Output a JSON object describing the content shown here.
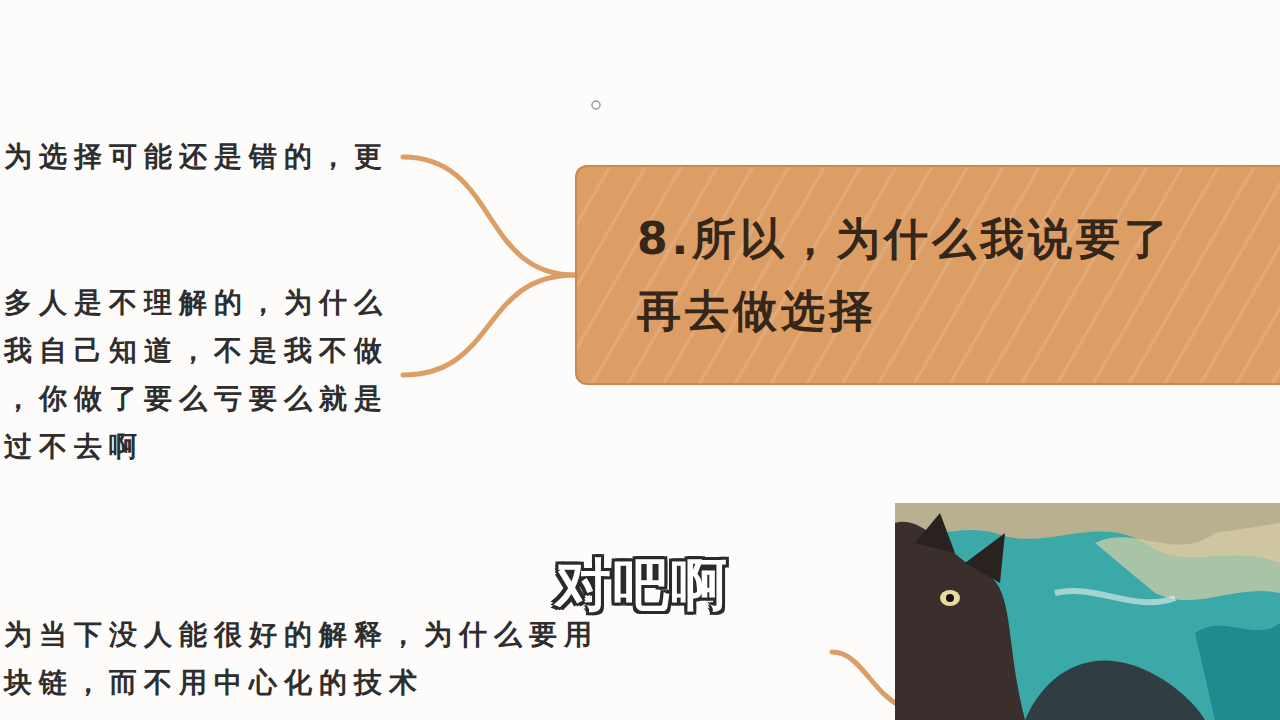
{
  "diagram": {
    "nodes": [
      {
        "text": [
          "8.所以，为什么我说要了 再去做选择"
        ]
      },
      {
        "text": [
          "为选择可能还是错的，更"
        ]
      },
      {
        "text": [
          "多人是不理解的，为什么 我自己知道，不是我不做 ，你做了要么亏要么就是 过不去啊"
        ]
      },
      {
        "text": [
          "为当下没人能很好的解释，为什么要用 块链，而不用中心化的技术"
        ]
      }
    ],
    "edges": [
      {
        "from": 0,
        "to": 1,
        "arrow": "none"
      },
      {
        "from": 0,
        "to": 2,
        "arrow": "none"
      }
    ],
    "labels": [
      "对吧啊"
    ]
  }
}
